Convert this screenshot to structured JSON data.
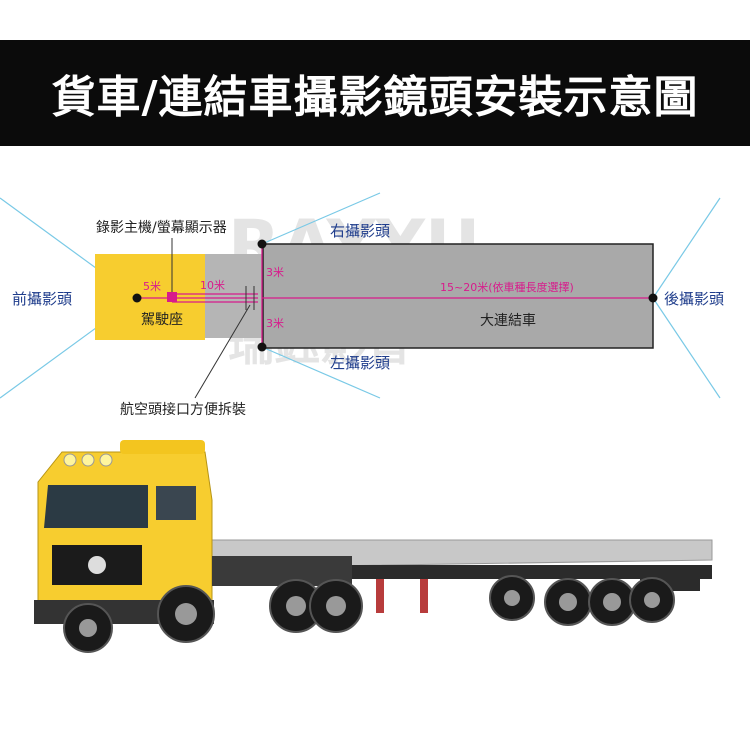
{
  "title": "貨車/連結車攝影鏡頭安裝示意圖",
  "labels": {
    "recorder": "錄影主機/螢幕顯示器",
    "front_camera": "前攝影頭",
    "right_camera": "右攝影頭",
    "left_camera": "左攝影頭",
    "rear_camera": "後攝影頭",
    "cab": "駕駛座",
    "trailer": "大連結車",
    "aviation_connector": "航空頭接口方便拆裝"
  },
  "distances": {
    "front": "5米",
    "cab_to_junction": "10米",
    "right_side": "3米",
    "left_side": "3米",
    "trailer_length": "15~20米(依車種長度選擇)"
  },
  "watermark": {
    "latin": "RAYYU",
    "chinese": "瑞鈺影音"
  },
  "colors": {
    "banner": "#0b0b0b",
    "cab": "#f7cd2f",
    "trailer": "#a9a9a9",
    "cable": "#d81b8c",
    "view_lines": "#79c9e6"
  }
}
